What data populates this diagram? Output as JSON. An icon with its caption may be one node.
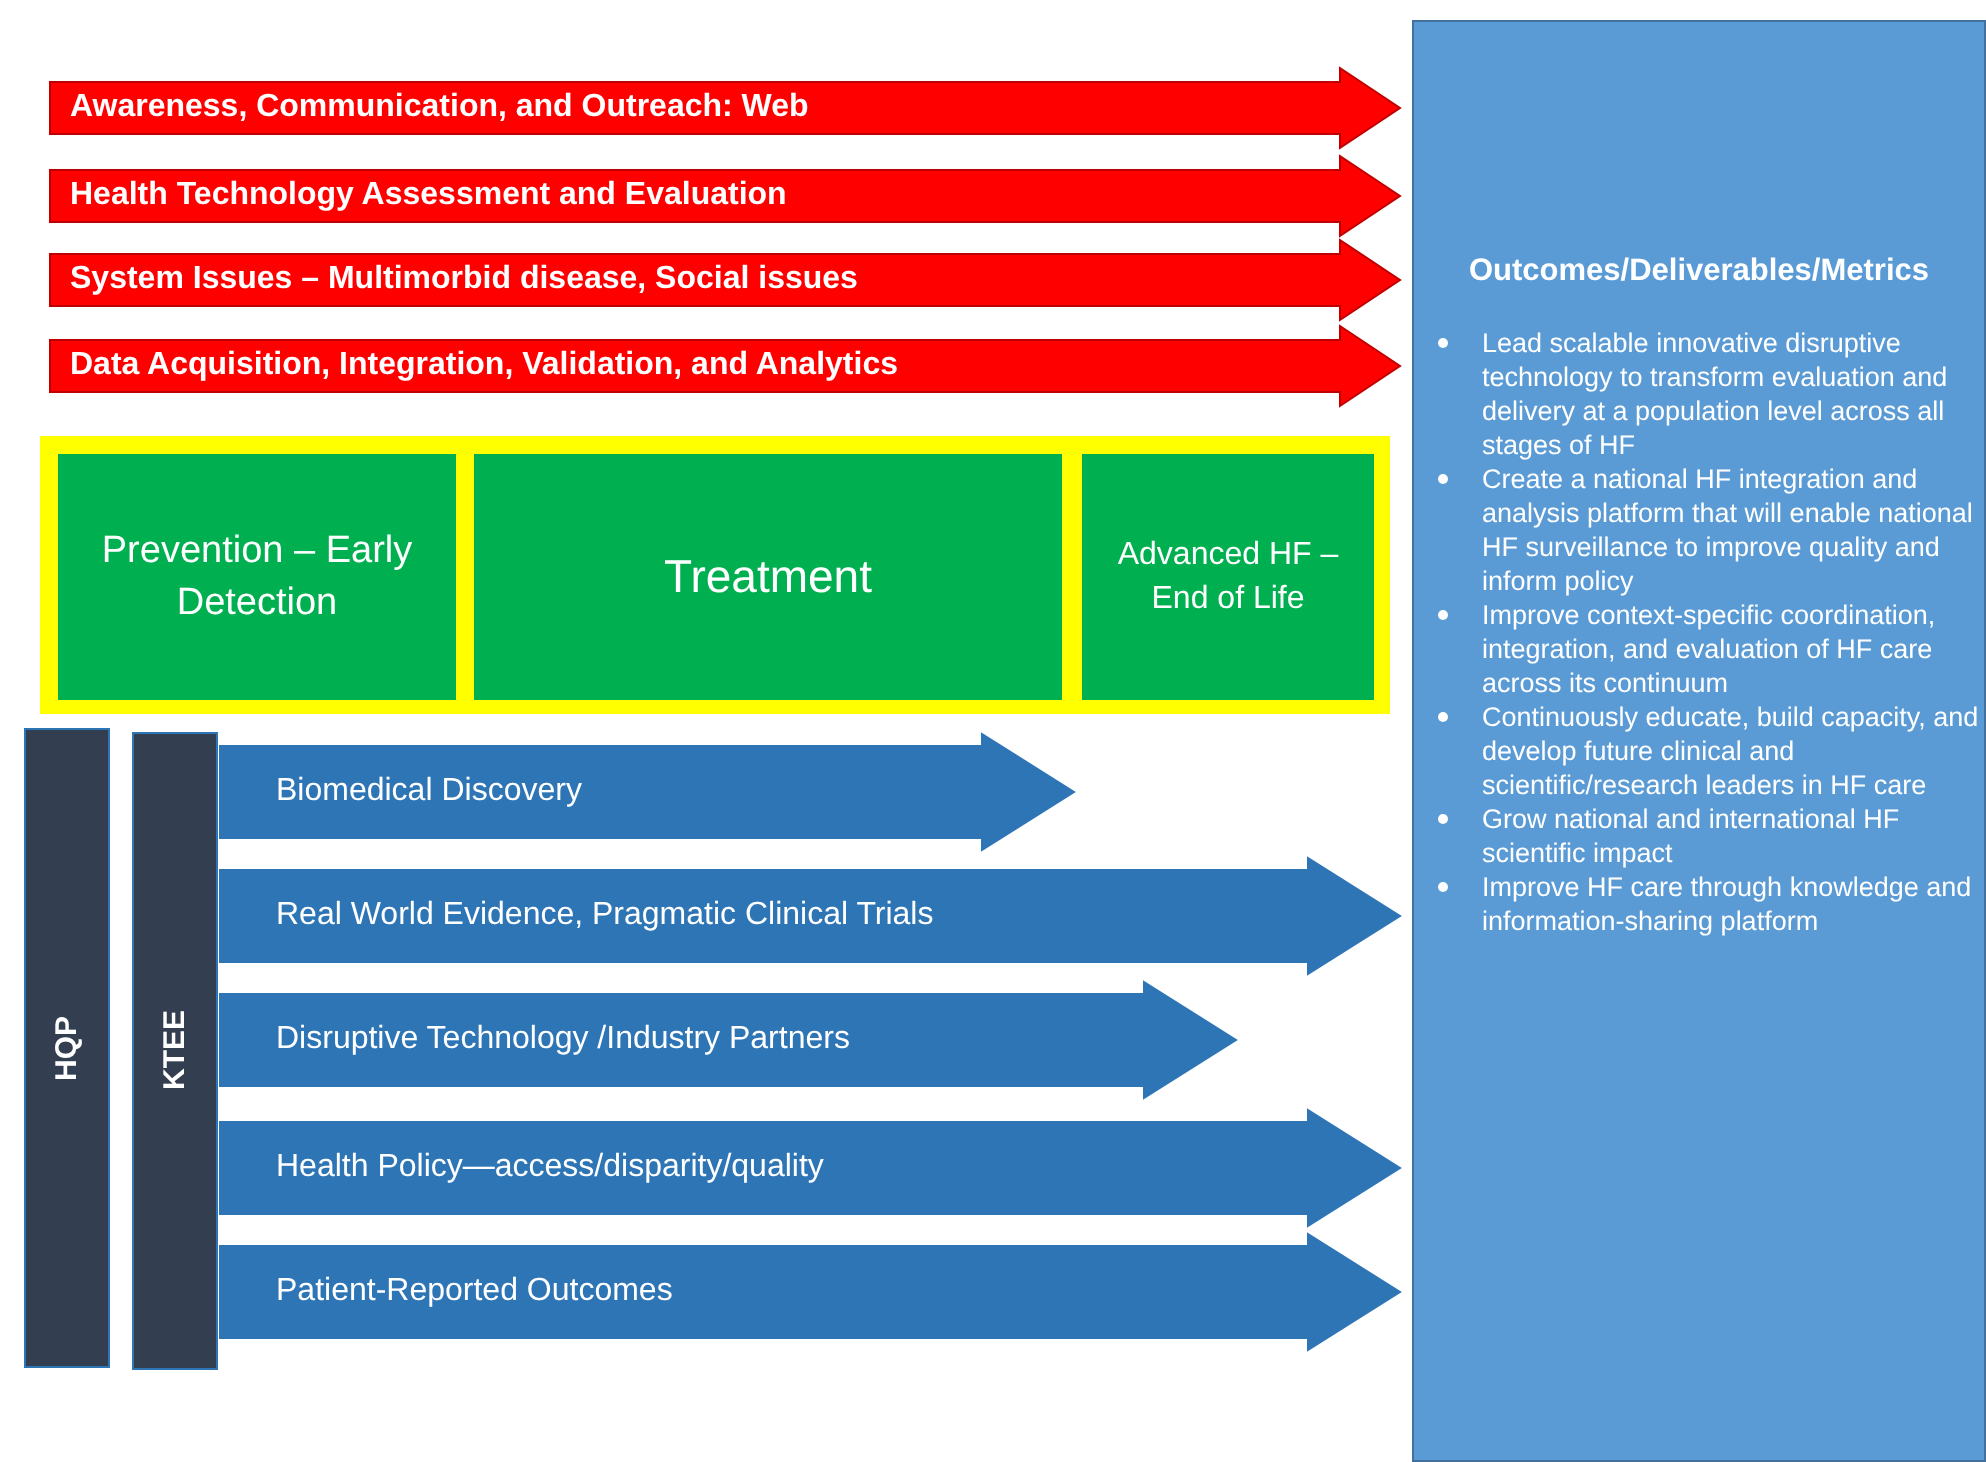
{
  "diagram": {
    "nodes": [
      {
        "text": [
          "Awareness, Communication, and Outreach: Web"
        ]
      },
      {
        "text": [
          "Health Technology Assessment and Evaluation"
        ]
      },
      {
        "text": [
          "System Issues – Multimorbid disease, Social issues"
        ]
      },
      {
        "text": [
          "Data Acquisition, Integration, Validation, and Analytics"
        ]
      },
      {
        "text": [],
        "shape": "box"
      },
      {
        "text": [
          "Prevention – Early Detection"
        ],
        "in": 4
      },
      {
        "text": [
          "Treatment"
        ],
        "in": 4
      },
      {
        "text": [
          "Advanced HF – End of Life"
        ],
        "in": 4
      },
      {
        "text": [
          "HQP"
        ]
      },
      {
        "text": [
          "KTEE"
        ]
      },
      {
        "text": [
          "Biomedical Discovery"
        ]
      },
      {
        "text": [
          "Real World Evidence, Pragmatic Clinical Trials"
        ]
      },
      {
        "text": [
          "Disruptive Technology /Industry Partners"
        ]
      },
      {
        "text": [
          "Health Policy—access/disparity/quality"
        ]
      },
      {
        "text": [
          "Patient-Reported Outcomes"
        ]
      },
      {
        "text": [
          "Outcomes/Deliverables/Metrics",
          "Lead scalable  innovative disruptive technology to transform evaluation and delivery at a population level across all stages of HF",
          "Create a national HF integration and analysis platform that will enable national HF surveillance to improve quality and inform policy",
          "Improve context-specific coordination, integration, and evaluation of HF care across its continuum",
          "Continuously educate, build capacity, and develop future clinical and scientific/research leaders in HF care",
          "Grow national and international HF scientific impact",
          "Improve HF care through knowledge and information-sharing platform"
        ]
      }
    ],
    "edges": []
  }
}
